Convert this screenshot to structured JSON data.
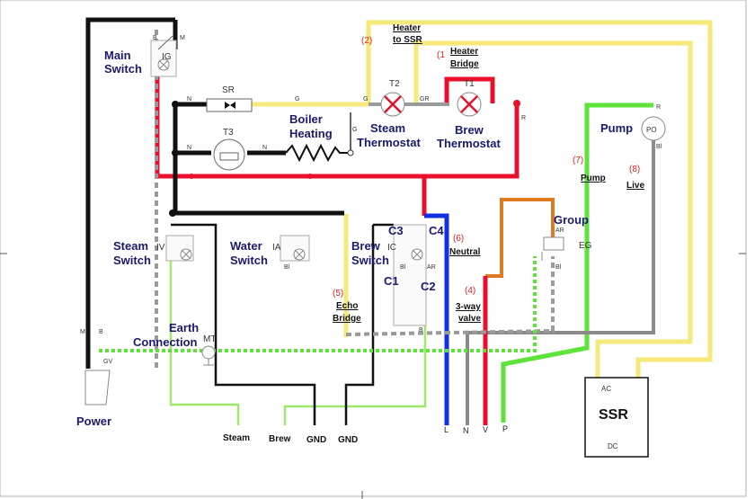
{
  "components": {
    "main_switch": {
      "label_line1": "Main",
      "label_line2": "Switch",
      "code": "IG",
      "pin_top": "M",
      "pin_left": "B"
    },
    "sr": {
      "code": "SR",
      "pin_left": "N",
      "pin_right": "G"
    },
    "t3": {
      "code": "T3",
      "pin_left": "N",
      "pin_right": "N"
    },
    "t2": {
      "code": "T2",
      "pin_left": "G",
      "pin_right": "GR"
    },
    "t1": {
      "code": "T1",
      "pin_right": "R"
    },
    "boiler": {
      "label_line1": "Boiler",
      "label_line2": "Heating",
      "pin": "G"
    },
    "steam_thermostat": {
      "label_line1": "Steam",
      "label_line2": "Thermostat"
    },
    "brew_thermostat": {
      "label_line1": "Brew",
      "label_line2": "Thermostat"
    },
    "pump": {
      "label": "Pump",
      "code": "PO",
      "pin_top": "R",
      "pin_bottom": "Bl"
    },
    "steam_switch": {
      "label_line1": "Steam",
      "label_line2": "Switch",
      "code": "IV"
    },
    "water_switch": {
      "label_line1": "Water",
      "label_line2": "Switch",
      "code": "IA",
      "pin": "Bl"
    },
    "brew_switch": {
      "label_line1": "Brew",
      "label_line2": "Switch",
      "code": "IC",
      "pin_left": "Bl",
      "pin_right": "AR",
      "pin_bottom": "B",
      "c1": "C1",
      "c2": "C2",
      "c3": "C3",
      "c4": "C4"
    },
    "group": {
      "label": "Group",
      "code": "EG",
      "pin_top": "AR",
      "pin_bottom": "Bl"
    },
    "earth": {
      "label_line1": "Earth",
      "label_line2": "Connection",
      "code": "MT"
    },
    "power": {
      "label": "Power",
      "pin_m": "M",
      "pin_b": "B",
      "pin_gv": "GV"
    },
    "ssr": {
      "label": "SSR",
      "ac": "AC",
      "dc": "DC"
    }
  },
  "wire_notes": {
    "n1": "(1",
    "heater_bridge_1": "Heater",
    "heater_bridge_2": "Bridge",
    "n2": "(2)",
    "heater_ssr_1": "Heater",
    "heater_ssr_2": "to SSR",
    "n4": "(4)",
    "valve_1": "3-way",
    "valve_2": "valve",
    "n5": "(5)",
    "echo_1": "Echo",
    "echo_2": "Bridge",
    "n6": "(6)",
    "neutral": "Neutral",
    "n7": "(7)",
    "pump_w": "Pump",
    "n8": "(8)",
    "live": "Live"
  },
  "terminals": {
    "steam": "Steam",
    "brew": "Brew",
    "gnd1": "GND",
    "gnd2": "GND",
    "l": "L",
    "n": "N",
    "v": "V",
    "p": "P"
  },
  "colors": {
    "black": "#111111",
    "red": "#e8102a",
    "yellow": "#f5e97a",
    "green": "#5ee33a",
    "blue": "#1230e0",
    "gray": "#8a8a8a",
    "orange": "#e07a20",
    "lightgreen": "#9ee86a",
    "label_blue": "#1a1a6e"
  }
}
